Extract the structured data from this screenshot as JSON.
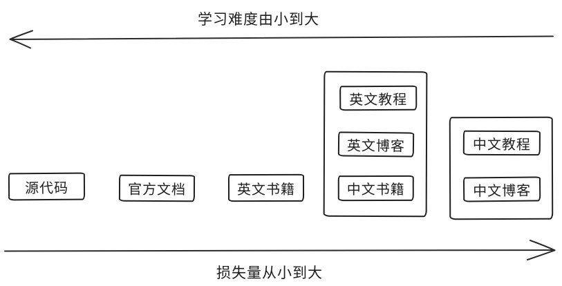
{
  "colors": {
    "ink": "#1f1f1f",
    "background": "#ffffff"
  },
  "axes": {
    "top": {
      "label": "学习难度由小到大",
      "direction": "left"
    },
    "bottom": {
      "label": "损失量从小到大",
      "direction": "right"
    }
  },
  "nodes": [
    {
      "label": "源代码"
    },
    {
      "label": "官方文档"
    },
    {
      "label": "英文书籍"
    }
  ],
  "groups": [
    {
      "items": [
        {
          "label": "英文教程"
        },
        {
          "label": "英文博客"
        },
        {
          "label": "中文书籍"
        }
      ]
    },
    {
      "items": [
        {
          "label": "中文教程"
        },
        {
          "label": "中文博客"
        }
      ]
    }
  ]
}
